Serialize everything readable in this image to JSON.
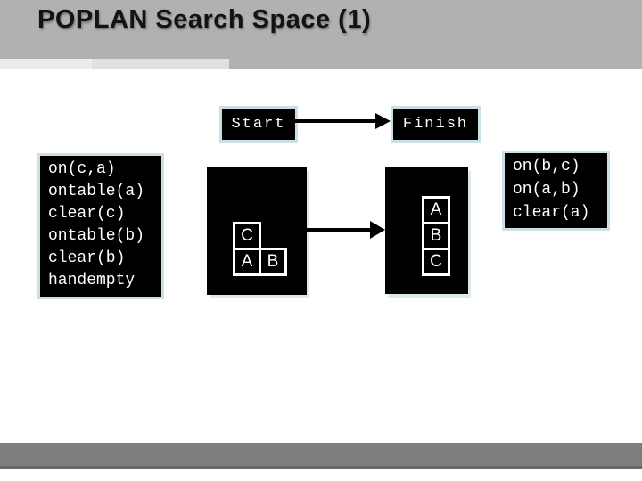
{
  "slide": {
    "title": "POPLAN Search Space (1)"
  },
  "diagram": {
    "start_label": "Start",
    "finish_label": "Finish",
    "initial_state_predicates": [
      "on(c,a)",
      "ontable(a)",
      "clear(c)",
      "ontable(b)",
      "clear(b)",
      "handempty"
    ],
    "goal_state_predicates": [
      "on(b,c)",
      "on(a,b)",
      "clear(a)"
    ],
    "start_world_blocks": {
      "top": "C",
      "bottom_left": "A",
      "bottom_right": "B"
    },
    "finish_world_stack": {
      "top": "A",
      "middle": "B",
      "bottom": "C"
    }
  },
  "colors": {
    "header_gray": "#b1b1b1",
    "accent_light_1": "#ececec",
    "accent_light_2": "#e0e0e0",
    "footer_gray": "#7d7d7d",
    "node_fill": "#000000",
    "node_border": "#ccdfe6",
    "node_text": "#ffffff",
    "arrow": "#000000",
    "background": "#ffffff"
  }
}
